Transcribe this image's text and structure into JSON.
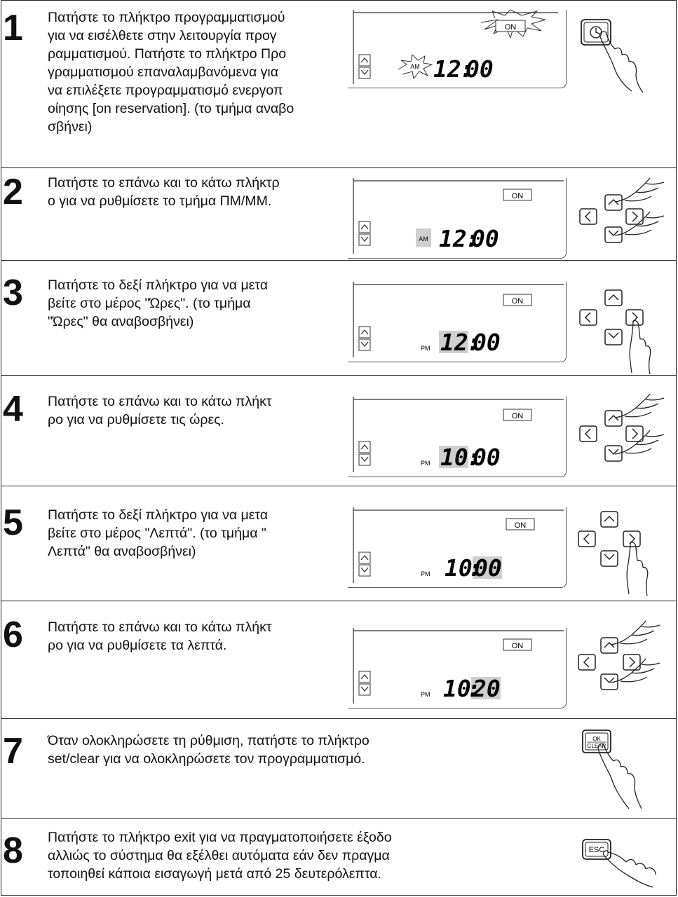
{
  "steps": [
    {
      "num": "1",
      "text": "Πατήστε το πλήκτρο προγραμματισμού\nγια να εισέλθετε στην λειτουργία προγ\nραμματισμού. Πατήστε το πλήκτρο Προ\nγραμματισμού επαναλαμβανόμενα για\nνα επιλέξετε προγραμματισμό ενεργοπ\nοίησης [on reservation]. (το τμήμα αναβο\nσβήνει)"
    },
    {
      "num": "2",
      "text": "Πατήστε το επάνω και το κάτω πλήκτρ\nο για να ρυθμίσετε το τμήμα ΠΜ/ΜΜ."
    },
    {
      "num": "3",
      "text": "Πατήστε το δεξί πλήκτρο για να μετα\nβείτε στο μέρος \"Ώρες\". (το τμήμα\n\"Ώρες\" θα αναβοσβήνει)"
    },
    {
      "num": "4",
      "text": "Πατήστε το επάνω και το κάτω πλήκτ\nρο για να ρυθμίσετε τις ώρες."
    },
    {
      "num": "5",
      "text": "Πατήστε το δεξί πλήκτρο για να μετα\nβείτε στο μέρος \"Λεπτά\". (το τμήμα \"\nΛεπτά\" θα αναβοσβήνει)"
    },
    {
      "num": "6",
      "text": "Πατήστε το επάνω και το κάτω πλήκτ\nρο για να ρυθμίσετε τα λεπτά."
    },
    {
      "num": "7",
      "text": "Όταν ολοκληρώσετε τη ρύθμιση, πατήστε το πλήκτρο\nset/clear για να ολοκληρώσετε τον προγραμματισμό."
    },
    {
      "num": "8",
      "text": "Πατήστε το πλήκτρο exit για να πραγματοποιήσετε έξοδο\nαλλιώς το σύστημα θα εξέλθει αυτόματα εάν δεν πραγμα\nτοποιηθεί κάποια εισαγωγή μετά από 25 δευτερόλεπτα."
    }
  ],
  "displays": [
    {
      "on": "ON",
      "ampm": "AM",
      "hours": "12",
      "minutes": "00"
    },
    {
      "on": "ON",
      "ampm": "AM",
      "hours": "12",
      "minutes": "00"
    },
    {
      "on": "ON",
      "ampm": "PM",
      "hours": "12",
      "minutes": "00"
    },
    {
      "on": "ON",
      "ampm": "PM",
      "hours": "10",
      "minutes": "00"
    },
    {
      "on": "ON",
      "ampm": "PM",
      "hours": "10",
      "minutes": "00"
    },
    {
      "on": "ON",
      "ampm": "PM",
      "hours": "10",
      "minutes": "20"
    }
  ],
  "keys": {
    "ok": "OK",
    "clear": "CLEAR",
    "esc": "ESC"
  },
  "colors": {
    "highlight": "#cfcfcf",
    "line": "#222222"
  }
}
